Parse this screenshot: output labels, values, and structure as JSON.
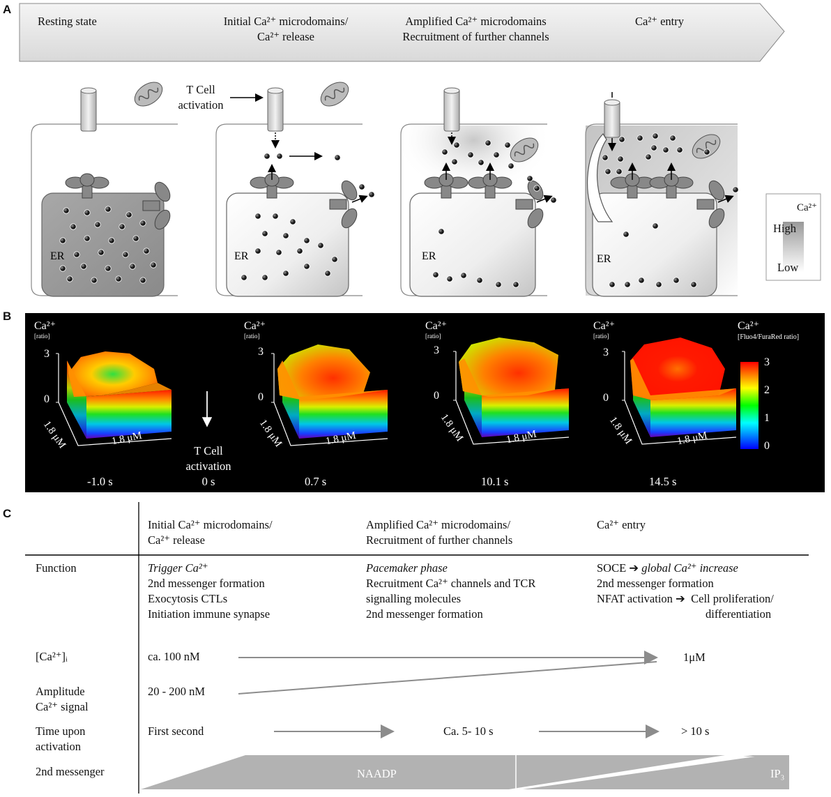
{
  "panelA": {
    "letter": "A",
    "stages": [
      {
        "label": "Resting state",
        "sub": ""
      },
      {
        "label": "Initial Ca²⁺ microdomains/",
        "sub": "Ca²⁺ release"
      },
      {
        "label": "Amplified Ca²⁺ microdomains",
        "sub": "Recruitment of further channels"
      },
      {
        "label": "Ca²⁺ entry",
        "sub": ""
      }
    ],
    "activation_line1": "T Cell",
    "activation_line2": "activation",
    "er_label": "ER",
    "legend": {
      "title": "Ca²⁺",
      "high": "High",
      "low": "Low"
    }
  },
  "panelB": {
    "letter": "B",
    "plots": [
      {
        "ylabel": "Ca²⁺",
        "yunit": "[ratio]",
        "tmax": "3",
        "tmin": "0",
        "xlabel": "1.8 μM",
        "zlabel": "1.8 μM",
        "time": "-1.0 s"
      },
      {
        "ylabel": "Ca²⁺",
        "yunit": "[ratio]",
        "tmax": "3",
        "tmin": "0",
        "xlabel": "1.8 μM",
        "zlabel": "1.8 μM",
        "time": "0.7 s"
      },
      {
        "ylabel": "Ca²⁺",
        "yunit": "[ratio]",
        "tmax": "3",
        "tmin": "0",
        "xlabel": "1.8 μM",
        "zlabel": "1.8 μM",
        "time": "10.1 s"
      },
      {
        "ylabel": "Ca²⁺",
        "yunit": "[ratio]",
        "tmax": "3",
        "tmin": "0",
        "xlabel": "1.8 μM",
        "zlabel": "1.8 μM",
        "time": "14.5 s"
      }
    ],
    "activation_line1": "T Cell",
    "activation_line2": "activation",
    "activation_time": "0 s",
    "colorbar": {
      "title": "Ca²⁺",
      "unit": "[Fluo4/FuraRed ratio]",
      "ticks": [
        "3",
        "2",
        "1",
        "0"
      ]
    }
  },
  "panelC": {
    "letter": "C",
    "headers": [
      {
        "line1": "Initial Ca²⁺ microdomains/",
        "line2": "Ca²⁺ release"
      },
      {
        "line1": "Amplified Ca²⁺ microdomains/",
        "line2": "Recruitment of further channels"
      },
      {
        "line1": "Ca²⁺ entry",
        "line2": ""
      }
    ],
    "function_label": "Function",
    "function_col1": [
      "Trigger Ca²⁺",
      "2nd messenger formation",
      "Exocytosis CTLs",
      "Initiation immune synapse"
    ],
    "function_col2": [
      "Pacemaker phase",
      "Recruitment Ca²⁺ channels and TCR",
      "signalling molecules",
      "2nd messenger formation"
    ],
    "function_col3": {
      "l1a": "SOCE ➔ ",
      "l1b": "global Ca²⁺ increase",
      "l2": "2nd messenger formation",
      "l3": "NFAT activation ➔  Cell proliferation/",
      "l4": "differentiation"
    },
    "conc_label": "[Ca²⁺]ᵢ",
    "conc_start": "ca. 100 nM",
    "conc_end": "1μM",
    "amp_label1": "Amplitude",
    "amp_label2": "Ca²⁺ signal",
    "amp_value": "20 - 200 nM",
    "time_label1": "Time upon",
    "time_label2": "activation",
    "time_1": "First second",
    "time_2": "Ca. 5- 10 s",
    "time_3": "> 10 s",
    "messenger_label": "2nd messenger",
    "messenger_1": "NAADP",
    "messenger_2": "IP₃"
  },
  "colors": {
    "membrane_gray": "#777777",
    "shape_gray": "#8f8f8f",
    "arrow_gray": "#8c8c8c"
  }
}
